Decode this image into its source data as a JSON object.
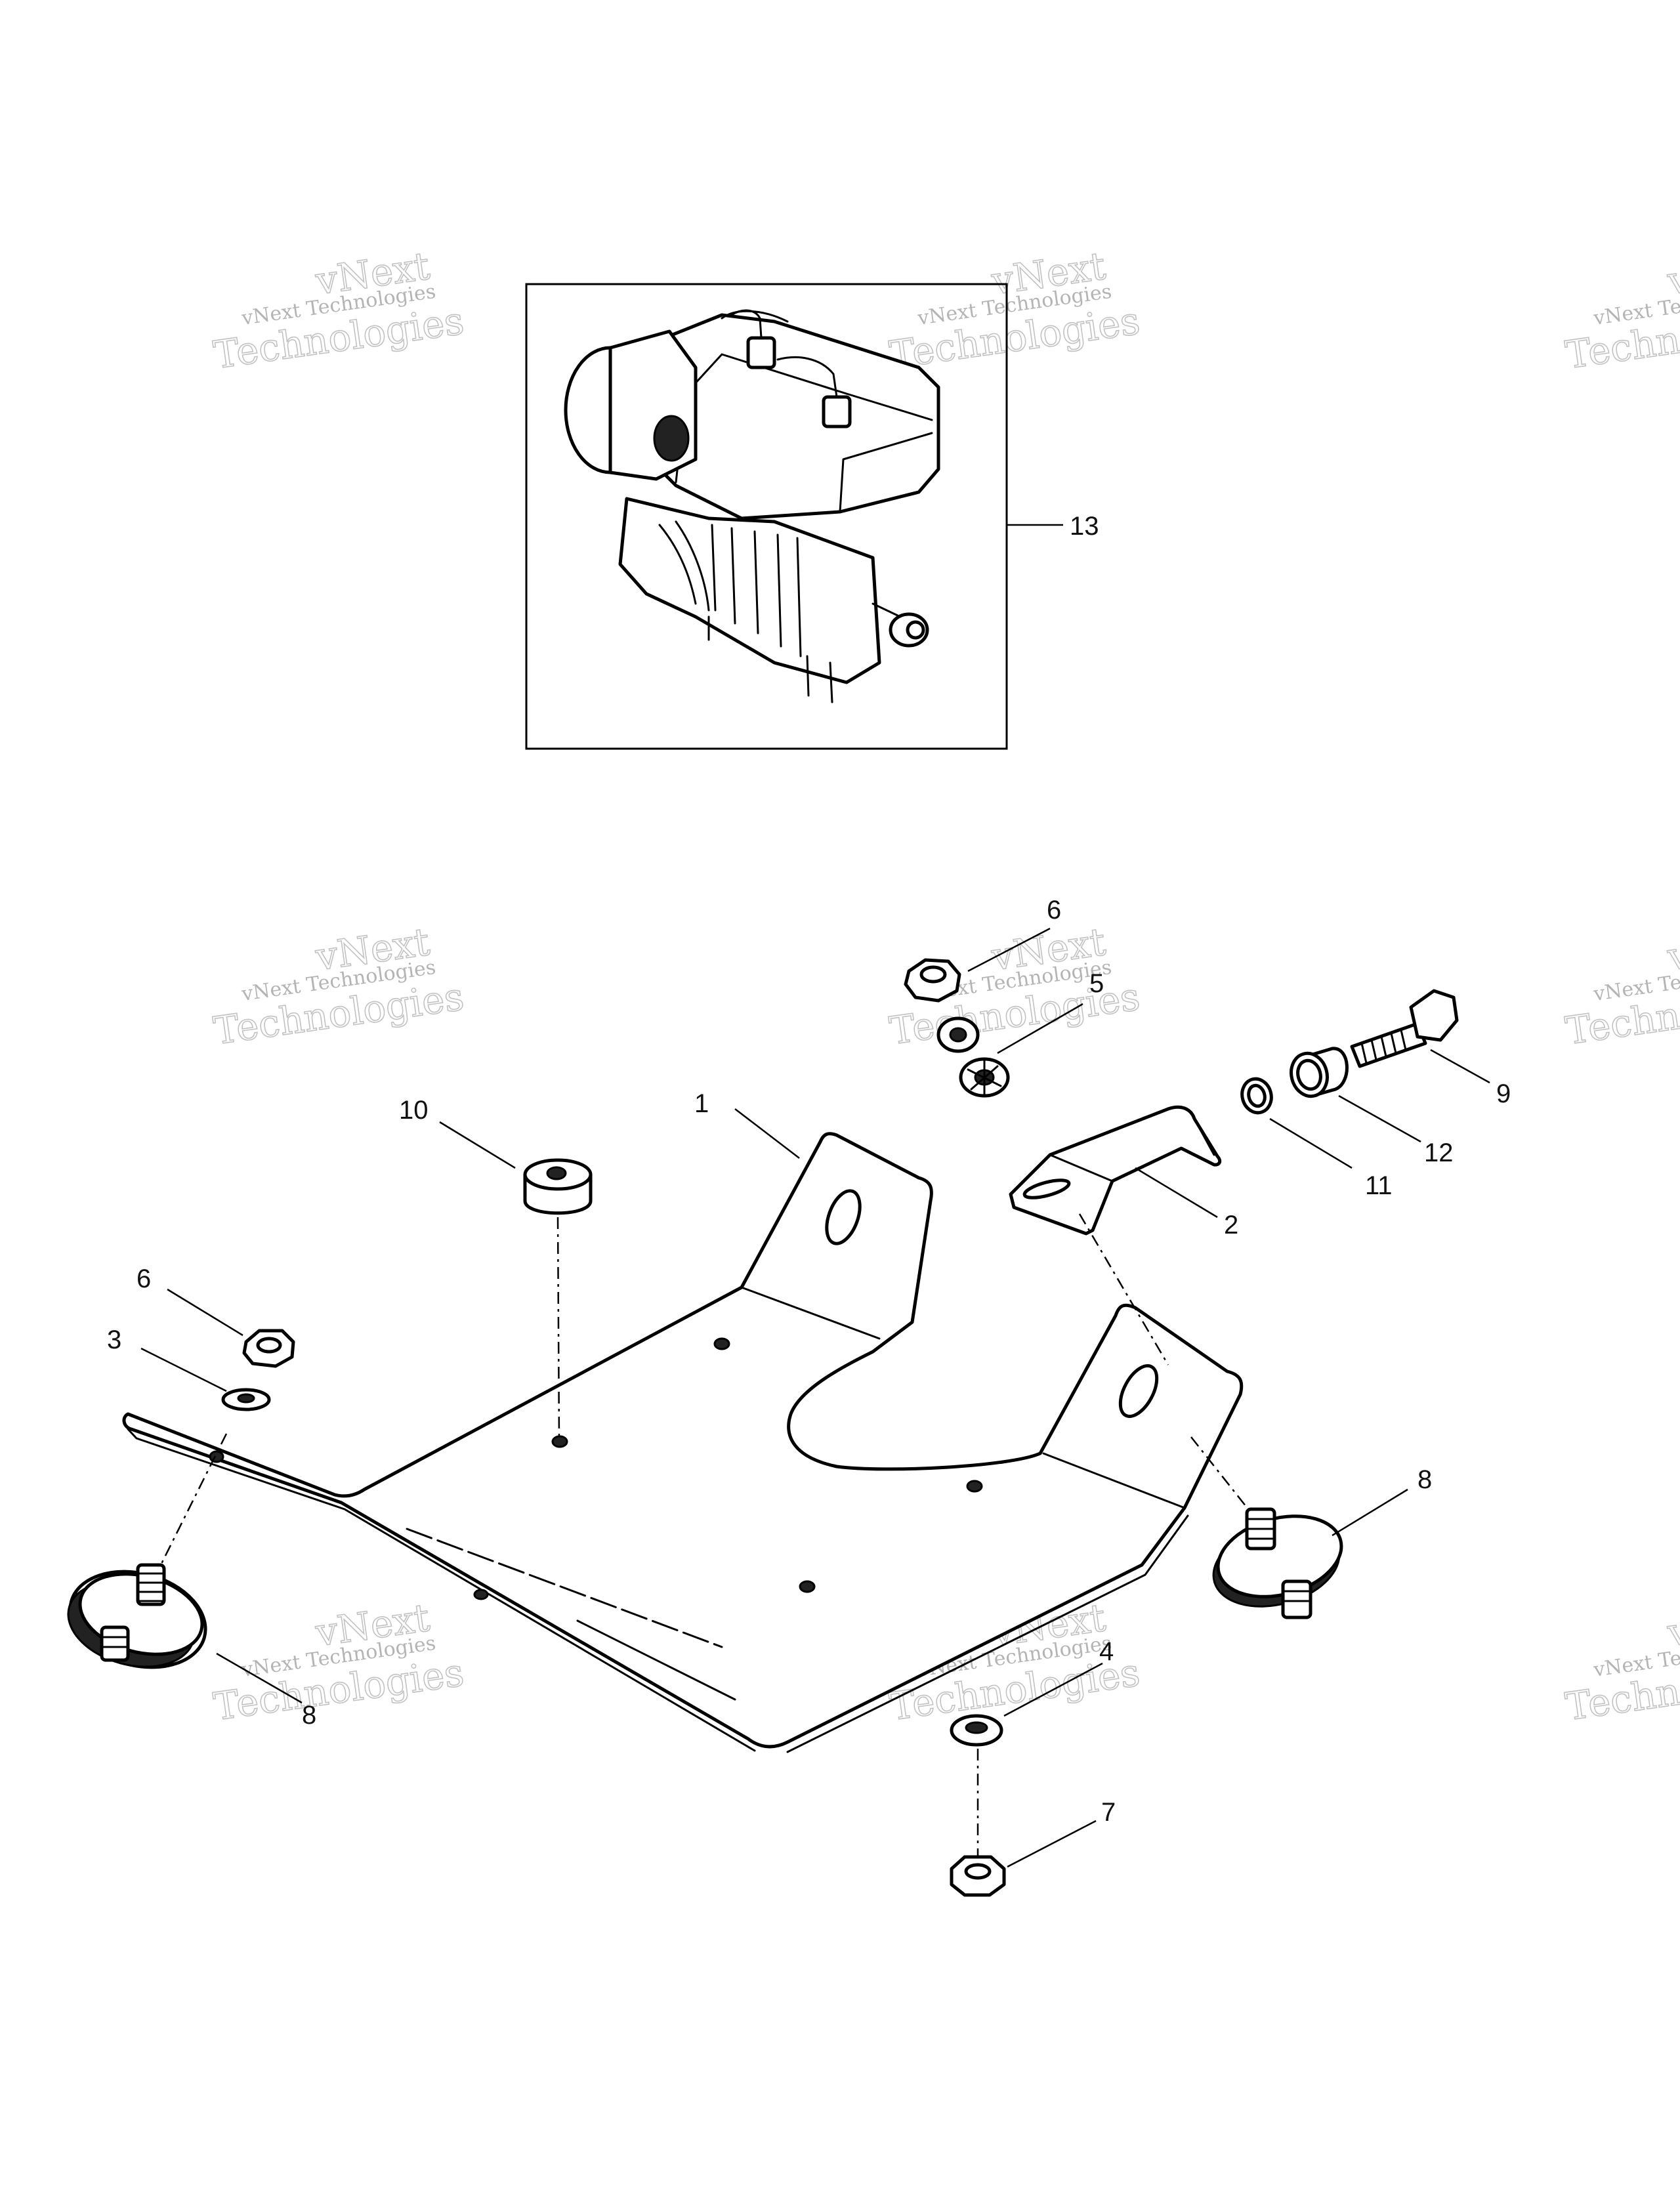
{
  "watermark": {
    "brand_small": "vNext Technologies",
    "brand_big_line1": "vNext",
    "brand_big_line2": "Technologies"
  },
  "callouts": {
    "engine": "13",
    "plate": "1",
    "bracket": "2",
    "washer_left": "3",
    "lock_washer": "4",
    "toothed_washer": "5",
    "nut_top": "6",
    "nut_left": "6",
    "nut_bottom": "7",
    "mount_left": "8",
    "mount_right": "8",
    "bolt": "9",
    "spacer": "10",
    "ring": "11",
    "sleeve": "12"
  }
}
